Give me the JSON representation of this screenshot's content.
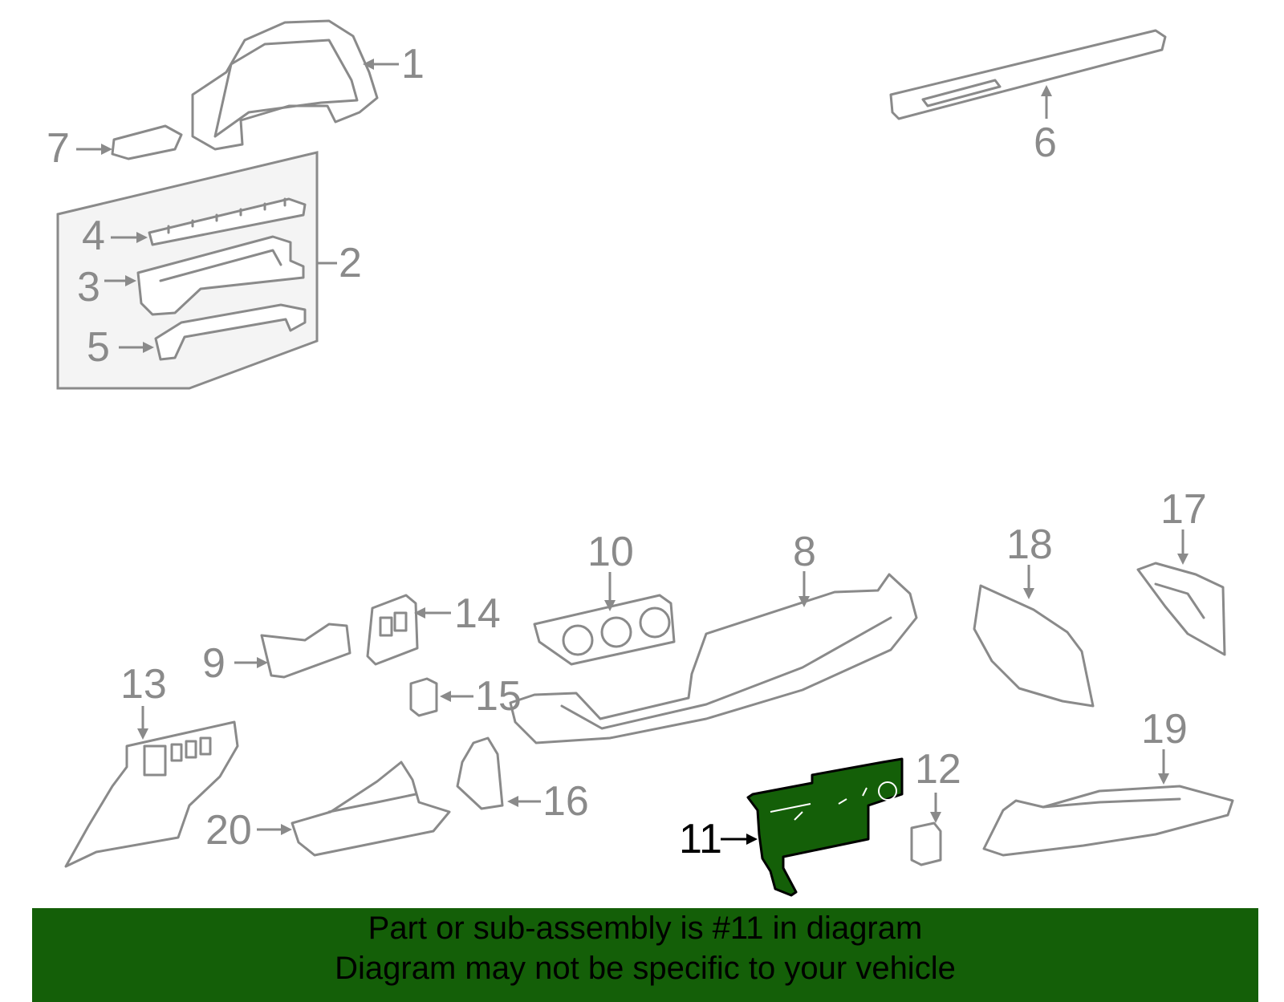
{
  "diagram": {
    "callouts": [
      {
        "id": "1",
        "label": "1"
      },
      {
        "id": "2",
        "label": "2"
      },
      {
        "id": "3",
        "label": "3"
      },
      {
        "id": "4",
        "label": "4"
      },
      {
        "id": "5",
        "label": "5"
      },
      {
        "id": "6",
        "label": "6"
      },
      {
        "id": "7",
        "label": "7"
      },
      {
        "id": "8",
        "label": "8"
      },
      {
        "id": "9",
        "label": "9"
      },
      {
        "id": "10",
        "label": "10"
      },
      {
        "id": "11",
        "label": "11"
      },
      {
        "id": "12",
        "label": "12"
      },
      {
        "id": "13",
        "label": "13"
      },
      {
        "id": "14",
        "label": "14"
      },
      {
        "id": "15",
        "label": "15"
      },
      {
        "id": "16",
        "label": "16"
      },
      {
        "id": "17",
        "label": "17"
      },
      {
        "id": "18",
        "label": "18"
      },
      {
        "id": "19",
        "label": "19"
      },
      {
        "id": "20",
        "label": "20"
      }
    ],
    "highlighted_part": "11",
    "colors": {
      "line": "#8a8a8a",
      "highlight": "#145f08",
      "banner_bg": "#145f08",
      "banner_text": "#000000"
    }
  },
  "banner": {
    "line1": "Part or sub-assembly is #11 in diagram",
    "line2": "Diagram may not be specific to your vehicle"
  }
}
